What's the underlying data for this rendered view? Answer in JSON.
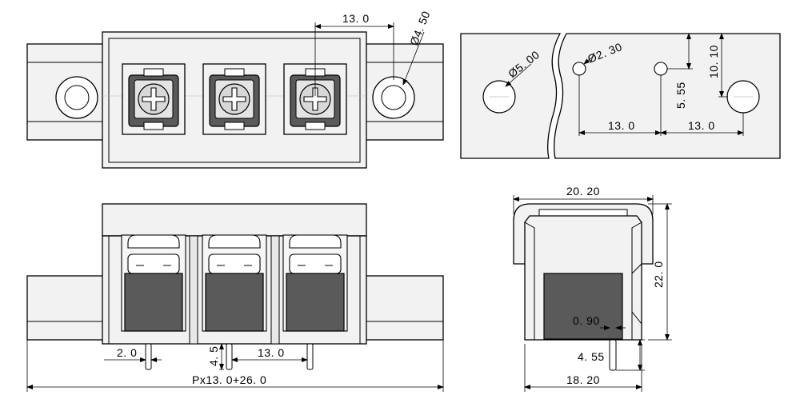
{
  "top_view": {
    "pitch": "13. 0",
    "mount_hole_dia": "Ø4. 50"
  },
  "pcb_layout": {
    "large_hole_dia": "Ø5. 00",
    "pin_hole_dia": "Ø2. 30",
    "pitch_left": "13. 0",
    "pitch_right": "13. 0",
    "offset_small": "5. 55",
    "offset_large": "10. 10"
  },
  "front_view": {
    "pin_offset": "2. 0",
    "pin_length": "4. 5",
    "pitch": "13. 0",
    "overall_length": "Px13. 0+26. 0"
  },
  "side_view": {
    "top_width": "20. 20",
    "height": "22. 0",
    "pin_width": "0. 90",
    "pin_length": "4. 55",
    "bottom_width": "18. 20"
  }
}
